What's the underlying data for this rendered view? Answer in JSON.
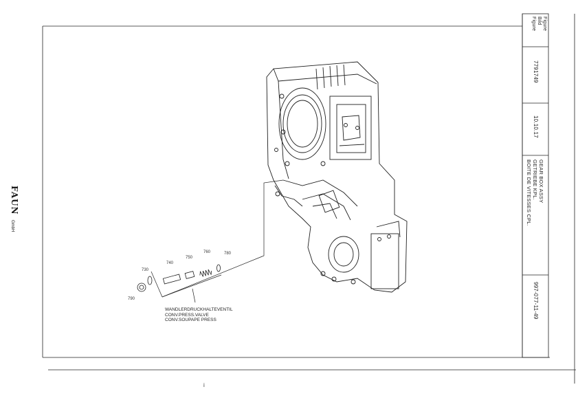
{
  "brand": {
    "logo": "FAUN",
    "subtitle": "GmbH"
  },
  "title_block": {
    "labels": [
      "Figure",
      "Bild",
      "Figure"
    ],
    "figure_number": "7791749",
    "date": "10.10.17",
    "title_de": "GEAR BOX ASSY",
    "title_line2": "GETRIEBE KPL.",
    "title_line3": "BOITE DE VITESSES CPL.",
    "part_number": "997-077-11-49"
  },
  "callouts": [
    "780",
    "760",
    "750",
    "740",
    "730",
    "760",
    "790"
  ],
  "caption": {
    "line1": "WANDLERDRUCKHALTEVENTIL",
    "line2": "CONV.PRESS.VALVE",
    "line3": "CONV.SOUPAPE PRESS"
  },
  "footer_mark": "i"
}
